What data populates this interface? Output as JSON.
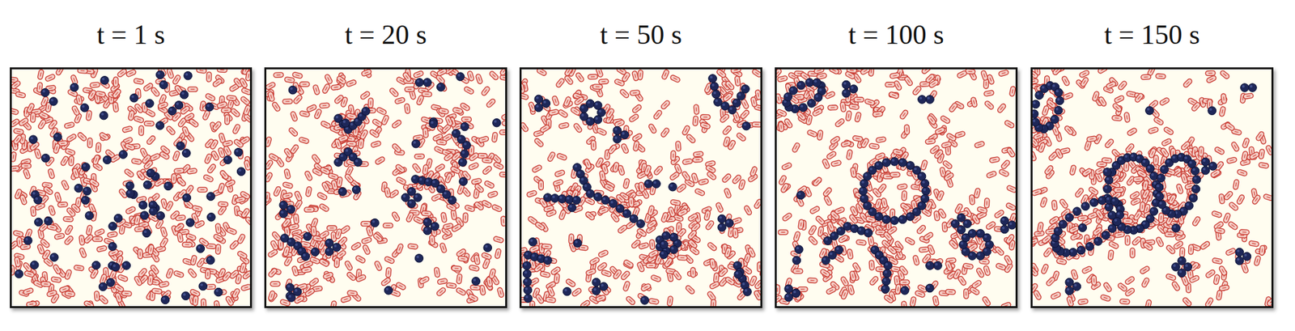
{
  "diagram": {
    "nodes": [
      {
        "text": [
          "t = 1 s"
        ]
      },
      {
        "text": [
          "t = 20 s"
        ]
      },
      {
        "text": [
          "t = 50 s"
        ]
      },
      {
        "text": [
          "t = 100 s"
        ]
      },
      {
        "text": [
          "t = 150 s"
        ]
      }
    ]
  }
}
